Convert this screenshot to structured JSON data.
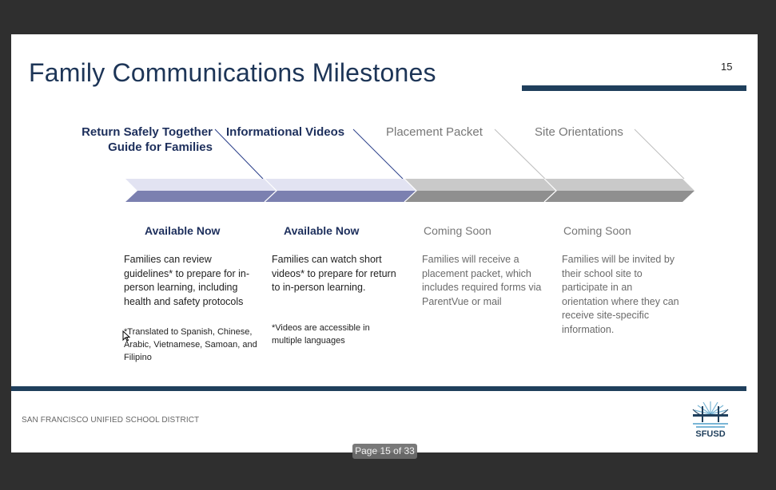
{
  "slide": {
    "title": "Family Communications Milestones",
    "number": "15",
    "org_name": "SAN FRANCISCO UNIFIED SCHOOL DISTRICT",
    "logo_text": "SFUSD",
    "colors": {
      "navy": "#1d3557",
      "rule": "#1f3f5c",
      "done_arrow_top": "#e2e3f2",
      "done_arrow_bottom": "#7b80b0",
      "todo_arrow_top": "#c9c9c9",
      "todo_arrow_bottom": "#8f8f8f"
    }
  },
  "milestones": [
    {
      "title_line1": "Return Safely Together",
      "title_line2": "Guide for Families",
      "status": "Available Now",
      "state": "done",
      "description": "Families can review guidelines* to prepare for in-person learning, including health and safety protocols",
      "note": "*Translated to Spanish, Chinese, Arabic, Vietnamese, Samoan, and Filipino"
    },
    {
      "title_line1": "Informational Videos",
      "title_line2": "",
      "status": "Available Now",
      "state": "done",
      "description": "Families can watch short videos* to prepare for return to in-person learning.",
      "note": "*Videos are accessible in multiple languages"
    },
    {
      "title_line1": "Placement Packet",
      "title_line2": "",
      "status": "Coming Soon",
      "state": "todo",
      "description": "Families will receive a placement packet, which includes required forms via ParentVue or mail",
      "note": ""
    },
    {
      "title_line1": "Site Orientations",
      "title_line2": "",
      "status": "Coming Soon",
      "state": "todo",
      "description": "Families will be invited by their school site to participate in an orientation where they can receive site-specific information.",
      "note": ""
    }
  ],
  "viewer": {
    "page_indicator": "Page 15 of 33"
  }
}
